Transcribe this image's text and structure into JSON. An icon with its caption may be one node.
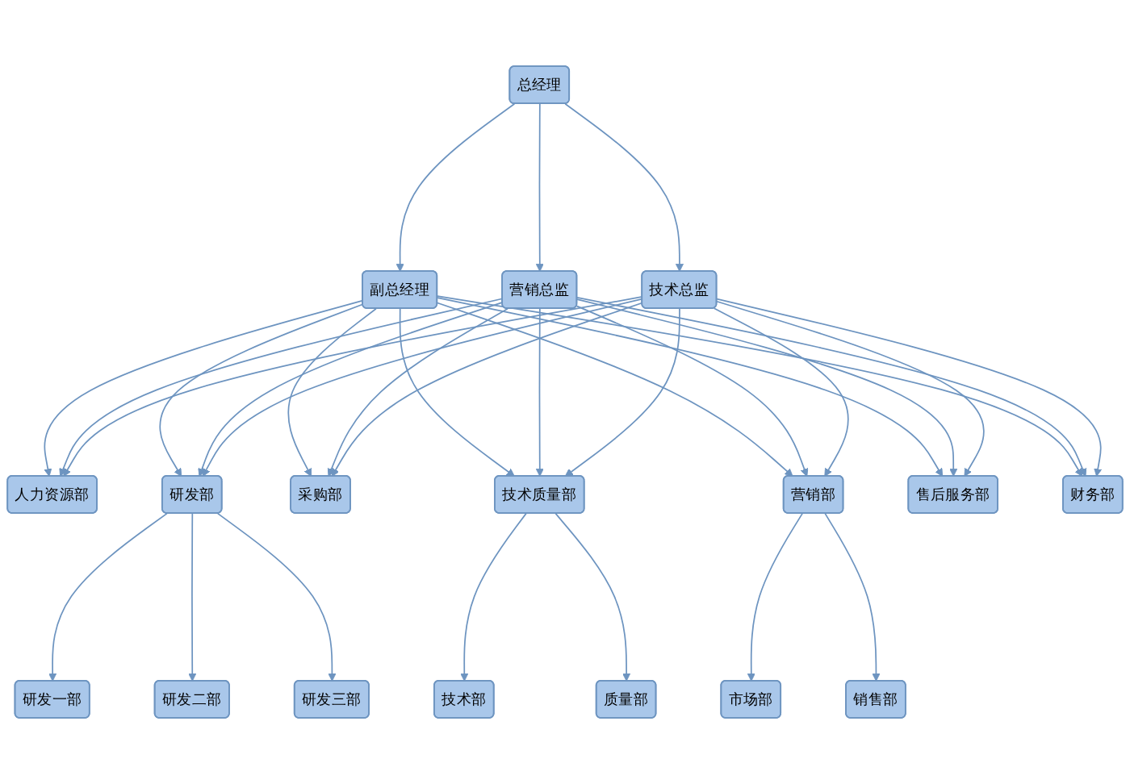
{
  "diagram": {
    "nodes": [
      {
        "text": [
          "总经理"
        ]
      },
      {
        "text": [
          "副总经理"
        ]
      },
      {
        "text": [
          "营销总监"
        ]
      },
      {
        "text": [
          "技术总监"
        ]
      },
      {
        "text": [
          "人力资源部"
        ]
      },
      {
        "text": [
          "研发部"
        ]
      },
      {
        "text": [
          "采购部"
        ]
      },
      {
        "text": [
          "技术质量部"
        ]
      },
      {
        "text": [
          "营销部"
        ]
      },
      {
        "text": [
          "售后服务部"
        ]
      },
      {
        "text": [
          "财务部"
        ]
      },
      {
        "text": [
          "研发一部"
        ]
      },
      {
        "text": [
          "研发二部"
        ]
      },
      {
        "text": [
          "研发三部"
        ]
      },
      {
        "text": [
          "技术部"
        ]
      },
      {
        "text": [
          "质量部"
        ]
      },
      {
        "text": [
          "市场部"
        ]
      },
      {
        "text": [
          "销售部"
        ]
      }
    ],
    "edges": [
      {
        "from": 0,
        "to": 1,
        "arrow": "to"
      },
      {
        "from": 0,
        "to": 2,
        "arrow": "to"
      },
      {
        "from": 0,
        "to": 3,
        "arrow": "to"
      },
      {
        "from": 1,
        "to": 4,
        "arrow": "to"
      },
      {
        "from": 1,
        "to": 5,
        "arrow": "to"
      },
      {
        "from": 1,
        "to": 6,
        "arrow": "to"
      },
      {
        "from": 1,
        "to": 7,
        "arrow": "to"
      },
      {
        "from": 1,
        "to": 8,
        "arrow": "to"
      },
      {
        "from": 1,
        "to": 9,
        "arrow": "to"
      },
      {
        "from": 1,
        "to": 10,
        "arrow": "to"
      },
      {
        "from": 2,
        "to": 4,
        "arrow": "to"
      },
      {
        "from": 2,
        "to": 5,
        "arrow": "to"
      },
      {
        "from": 2,
        "to": 6,
        "arrow": "to"
      },
      {
        "from": 2,
        "to": 7,
        "arrow": "to"
      },
      {
        "from": 2,
        "to": 8,
        "arrow": "to"
      },
      {
        "from": 2,
        "to": 9,
        "arrow": "to"
      },
      {
        "from": 2,
        "to": 10,
        "arrow": "to"
      },
      {
        "from": 3,
        "to": 4,
        "arrow": "to"
      },
      {
        "from": 3,
        "to": 5,
        "arrow": "to"
      },
      {
        "from": 3,
        "to": 6,
        "arrow": "to"
      },
      {
        "from": 3,
        "to": 7,
        "arrow": "to"
      },
      {
        "from": 3,
        "to": 8,
        "arrow": "to"
      },
      {
        "from": 3,
        "to": 9,
        "arrow": "to"
      },
      {
        "from": 3,
        "to": 10,
        "arrow": "to"
      },
      {
        "from": 5,
        "to": 11,
        "arrow": "to"
      },
      {
        "from": 5,
        "to": 12,
        "arrow": "to"
      },
      {
        "from": 5,
        "to": 13,
        "arrow": "to"
      },
      {
        "from": 7,
        "to": 14,
        "arrow": "to"
      },
      {
        "from": 7,
        "to": 15,
        "arrow": "to"
      },
      {
        "from": 8,
        "to": 16,
        "arrow": "to"
      },
      {
        "from": 8,
        "to": 17,
        "arrow": "to"
      }
    ]
  }
}
